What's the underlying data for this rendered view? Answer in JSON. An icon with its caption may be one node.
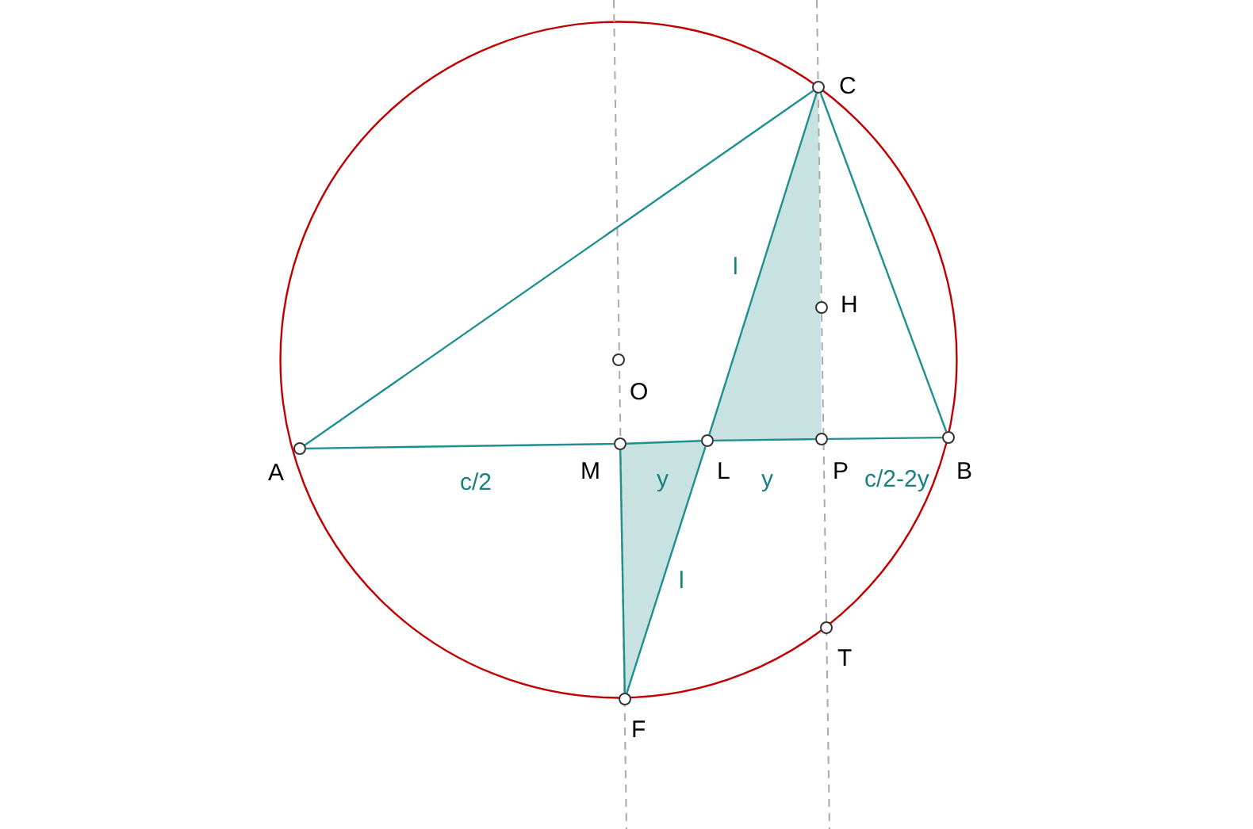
{
  "diagram": {
    "nodes": [
      {
        "text": [],
        "shape": "circle",
        "beside": [
          "C"
        ]
      },
      {
        "text": [],
        "shape": "circle",
        "beside": [
          "H"
        ]
      },
      {
        "text": [],
        "shape": "circle",
        "beside": [
          "O"
        ]
      },
      {
        "text": [],
        "shape": "circle",
        "beside": [
          "A"
        ]
      },
      {
        "text": [],
        "shape": "circle",
        "beside": [
          "M"
        ]
      },
      {
        "text": [],
        "shape": "circle",
        "beside": [
          "L"
        ]
      },
      {
        "text": [],
        "shape": "circle",
        "beside": [
          "P"
        ]
      },
      {
        "text": [],
        "shape": "circle",
        "beside": [
          "B"
        ]
      },
      {
        "text": [],
        "shape": "circle",
        "beside": [
          "T"
        ]
      },
      {
        "text": [],
        "shape": "circle",
        "beside": [
          "F"
        ]
      }
    ],
    "edges": [
      {
        "from": 3,
        "to": 0,
        "arrow": "none"
      },
      {
        "from": 0,
        "to": 7,
        "arrow": "none"
      },
      {
        "from": 3,
        "to": 4,
        "arrow": "none",
        "label": "c/2"
      },
      {
        "from": 4,
        "to": 5,
        "arrow": "none",
        "label": "y"
      },
      {
        "from": 5,
        "to": 6,
        "arrow": "none",
        "label": "y"
      },
      {
        "from": 6,
        "to": 7,
        "arrow": "none",
        "label": "c/2-2y"
      },
      {
        "from": 0,
        "to": 5,
        "arrow": "none",
        "label": "l"
      },
      {
        "from": 5,
        "to": 9,
        "arrow": "none",
        "label": "l"
      },
      {
        "from": 4,
        "to": 9,
        "arrow": "none"
      }
    ]
  }
}
